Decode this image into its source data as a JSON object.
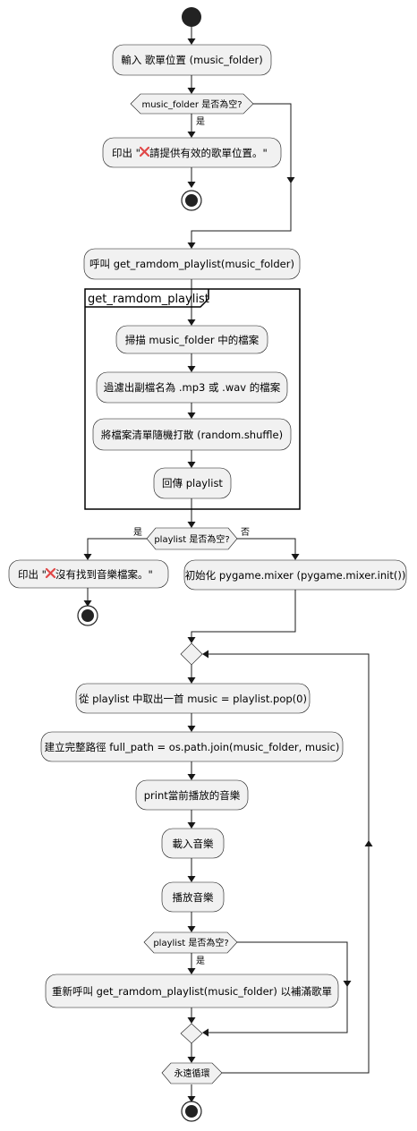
{
  "nodes": {
    "input_folder": "輸入 歌單位置 (music_folder)",
    "check_folder_empty": "music_folder 是否為空?",
    "yes_1": "是",
    "print_error_folder_prefix": "印出 \"",
    "print_error_folder_text": " 請提供有效的歌單位置。\"",
    "call_get_playlist": "呼叫 get_ramdom_playlist(music_folder)",
    "partition_title": "get_ramdom_playlist",
    "scan_files": "掃描 music_folder 中的檔案",
    "filter_ext": "過濾出副檔名為 .mp3 或 .wav 的檔案",
    "shuffle": "將檔案清單隨機打散 (random.shuffle)",
    "return_playlist": "回傳 playlist",
    "check_playlist_empty": "playlist 是否為空?",
    "yes_2": "是",
    "no_2": "否",
    "print_no_music_prefix": "印出 \"",
    "print_no_music_text": " 沒有找到音樂檔案。\"",
    "init_mixer": "初始化 pygame.mixer (pygame.mixer.init())",
    "pop_music": "從 playlist 中取出一首 music = playlist.pop(0)",
    "build_path": "建立完整路徑 full_path = os.path.join(music_folder, music)",
    "print_current": "print當前播放的音樂",
    "load_music": "載入音樂",
    "play_music": "播放音樂",
    "check_playlist_empty_2": "playlist 是否為空?",
    "yes_3": "是",
    "refill": "重新呼叫 get_ramdom_playlist(music_folder) 以補滿歌單",
    "loop_forever": "永遠循環"
  },
  "icons": {
    "error": "cross-mark-icon"
  },
  "colors": {
    "node_fill": "#f1f1f1",
    "stroke": "#181818",
    "cross_mark": "#e04848"
  }
}
